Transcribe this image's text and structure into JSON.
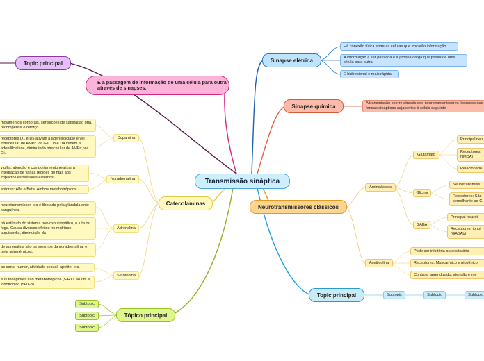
{
  "central": {
    "label": "Transmissão sináptica"
  },
  "definition": {
    "label": "É a passagem de informação de uma célula para outra através de sinapses."
  },
  "topic_principal_left": {
    "label": "Topic principal"
  },
  "sinapse_eletrica": {
    "label": "Sinapse elétrica",
    "items": [
      "Há conexão física entre as células que trocarão informação",
      "A informação a ser passada é a própria carga que passa de uma célula para outra",
      "É bidirecional e mais rápida"
    ]
  },
  "sinapse_quimica": {
    "label": "Sinapse química",
    "items": [
      "A transmissão ocorre através dos neurotransmissores liberados nas fendas sinápticas adjacentes à célula seguinte"
    ]
  },
  "catecolaminas": {
    "label": "Catecolaminas",
    "dopamina": {
      "label": "Dopamina",
      "items": [
        "movimentos corporais, sensações de satisfação ória, recompensa e reforço",
        "receptores D1 e D5 ativam a adenililciclase e vel intracelular de AMPc via Gs. D3 e D4 inibem a adenililciclase, diminuindo ntracelular de AMPc, via Gi."
      ]
    },
    "noradrenalina": {
      "label": "Noradrenalina",
      "items": [
        "vigília, atenção e comportamento realizar a integração de várias regiões do ntas aos impactos estressores externos",
        "eptores: Alfa e Beta. Ambos metabotrópicos."
      ]
    },
    "adrenalina": {
      "label": "Adrenalina",
      "items": [
        "neurotransmissor, ela é liberada pela glândula ente sanguínea.",
        "há estímulo do sistema nervoso simpático, e luta ou fuga. Causa diversos efeitos no midríase, taquicardia, diminuição da",
        "de adrenalina são os mesmos da noradrenalina: e beta adrenérgicos."
      ]
    },
    "serotonina": {
      "label": "Serotonina",
      "items": [
        "ao sono, humor, atividade sexual, apetite, etc.",
        "eus receptores são metabotrópicos (5-HT1 ao um é ionotrópico (5HT-3)."
      ]
    }
  },
  "neurotransmissores": {
    "label": "Neurotransmissores clássicos",
    "aminoacidos": {
      "label": "Aminoácidos",
      "glutamato": {
        "label": "Glutamato",
        "items": [
          "Principal neu",
          "Receptores: NMDA)",
          "Relacionado"
        ]
      },
      "glicina": {
        "label": "Glicina",
        "items": [
          "Neurotransmiss",
          "Receptores: São semelhante ao G"
        ]
      },
      "gaba": {
        "label": "GABA",
        "items": [
          "Principal neurot",
          "Receptores: ionot (GABAb)"
        ]
      }
    },
    "acetilcolina": {
      "label": "Acetilcolina",
      "items": [
        "Pode ser inibitória ou excitatória",
        "Receptores: Muscarínico e nicotínico",
        "Controla aprendizado, atenção e me"
      ]
    }
  },
  "topic_principal_bottom": {
    "label": "Topic principal",
    "subtopics": [
      "Subtopic",
      "Subtopic",
      "Subtopic"
    ]
  },
  "topico_principal": {
    "label": "Tópico principal",
    "subtopics": [
      "Subtopic",
      "Subtopic",
      "Subtopic"
    ]
  }
}
